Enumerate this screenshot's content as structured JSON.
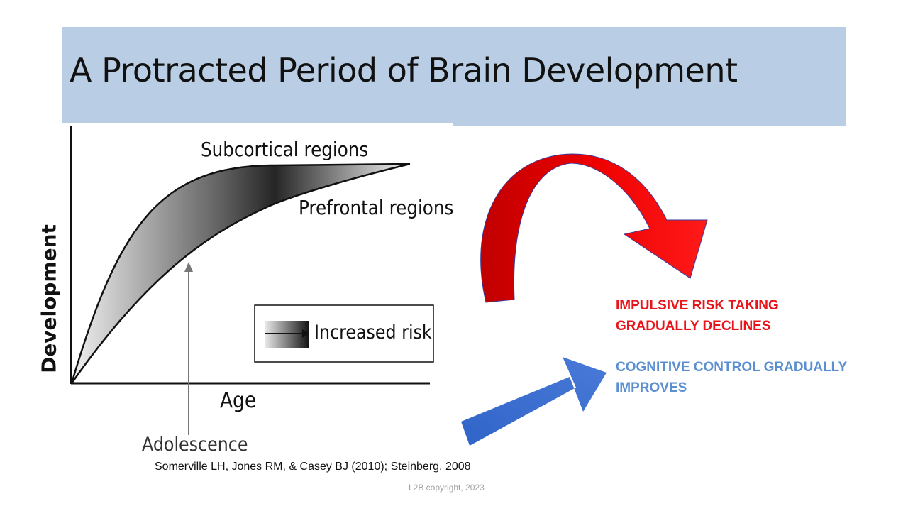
{
  "slide": {
    "title": "A Protracted Period of Brain Development",
    "citation": "Somerville LH, Jones RM, & Casey BJ (2010); Steinberg, 2008",
    "footer": "L2B copyright, 2023"
  },
  "figure": {
    "y_axis_label": "Development",
    "x_axis_label": "Age",
    "upper_curve_label": "Subcortical regions",
    "lower_curve_label": "Prefrontal regions",
    "marker_label": "Adolescence",
    "legend_label": "Increased risk"
  },
  "statements": {
    "risk_line1": "IMPULSIVE RISK TAKING",
    "risk_line2": "GRADUALLY DECLINES",
    "control_line1": "COGNITIVE CONTROL GRADUALLY",
    "control_line2": "IMPROVES"
  },
  "colors": {
    "title_band": "#b9cde4",
    "risk_text": "#e8141a",
    "control_text": "#5b8fd0",
    "red_arrow": "#e00000",
    "blue_arrow": "#3a6fcf"
  },
  "icons": {
    "curved_arrow": "curved-down-arrow-icon",
    "up_arrow": "diagonal-up-arrow-icon"
  }
}
